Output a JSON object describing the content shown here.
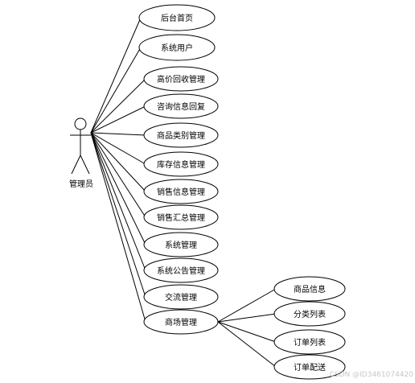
{
  "actor": {
    "label": "管理员"
  },
  "use_cases": [
    {
      "id": "uc-home",
      "label": "后台首页"
    },
    {
      "id": "uc-users",
      "label": "系统用户"
    },
    {
      "id": "uc-recycle",
      "label": "高价回收管理"
    },
    {
      "id": "uc-consult",
      "label": "咨询信息回复"
    },
    {
      "id": "uc-category",
      "label": "商品类别管理"
    },
    {
      "id": "uc-stock",
      "label": "库存信息管理"
    },
    {
      "id": "uc-sales",
      "label": "销售信息管理"
    },
    {
      "id": "uc-summary",
      "label": "销售汇总管理"
    },
    {
      "id": "uc-system",
      "label": "系统管理"
    },
    {
      "id": "uc-notice",
      "label": "系统公告管理"
    },
    {
      "id": "uc-exchange",
      "label": "交流管理"
    },
    {
      "id": "uc-mall",
      "label": "商场管理"
    }
  ],
  "sub_cases": [
    {
      "id": "sub-goods",
      "label": "商品信息"
    },
    {
      "id": "sub-category-list",
      "label": "分类列表"
    },
    {
      "id": "sub-order-list",
      "label": "订单列表"
    },
    {
      "id": "sub-delivery",
      "label": "订单配送"
    }
  ],
  "watermark": "CSDN @ID3461074420"
}
